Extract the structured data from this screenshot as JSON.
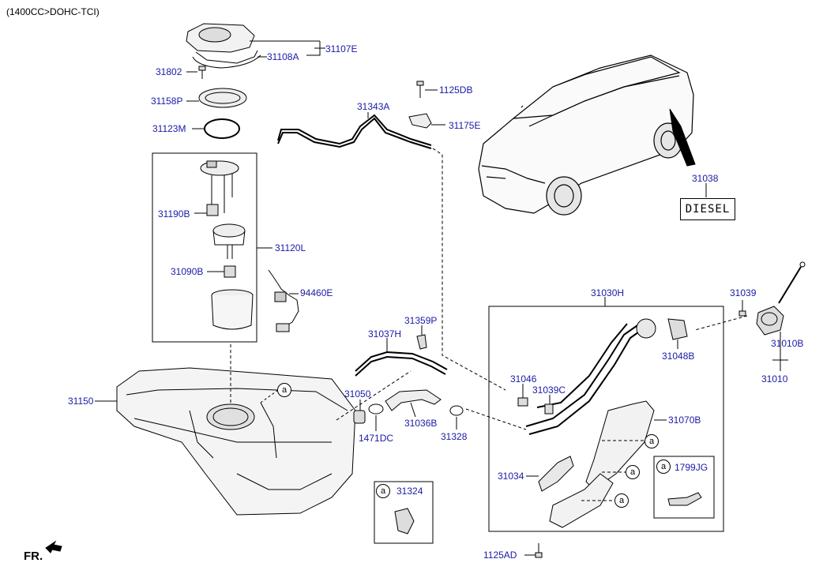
{
  "header": {
    "engine": "(1400CC>DOHC-TCI)"
  },
  "footer": {
    "front": "FR."
  },
  "callout_letter": "a",
  "diesel_label": "DIESEL",
  "parts": {
    "p31107E": "31107E",
    "p31108A": "31108A",
    "p31802": "31802",
    "p31158P": "31158P",
    "p31123M": "31123M",
    "p31190B": "31190B",
    "p31120L": "31120L",
    "p31090B": "31090B",
    "p94460E": "94460E",
    "p31343A": "31343A",
    "p1125DB": "1125DB",
    "p31175E": "31175E",
    "p31038": "31038",
    "p31150": "31150",
    "p31037H": "31037H",
    "p31359P": "31359P",
    "p31050": "31050",
    "p1471DC": "1471DC",
    "p31036B": "31036B",
    "p31328": "31328",
    "p31030H": "31030H",
    "p31046": "31046",
    "p31039C": "31039C",
    "p31048B": "31048B",
    "p31039": "31039",
    "p31010B": "31010B",
    "p31010": "31010",
    "p31070B": "31070B",
    "p31034": "31034",
    "p1125AD": "1125AD",
    "p31324": "31324",
    "p1799JG": "1799JG"
  },
  "colors": {
    "label": "#1a1aa6",
    "line": "#000000"
  }
}
